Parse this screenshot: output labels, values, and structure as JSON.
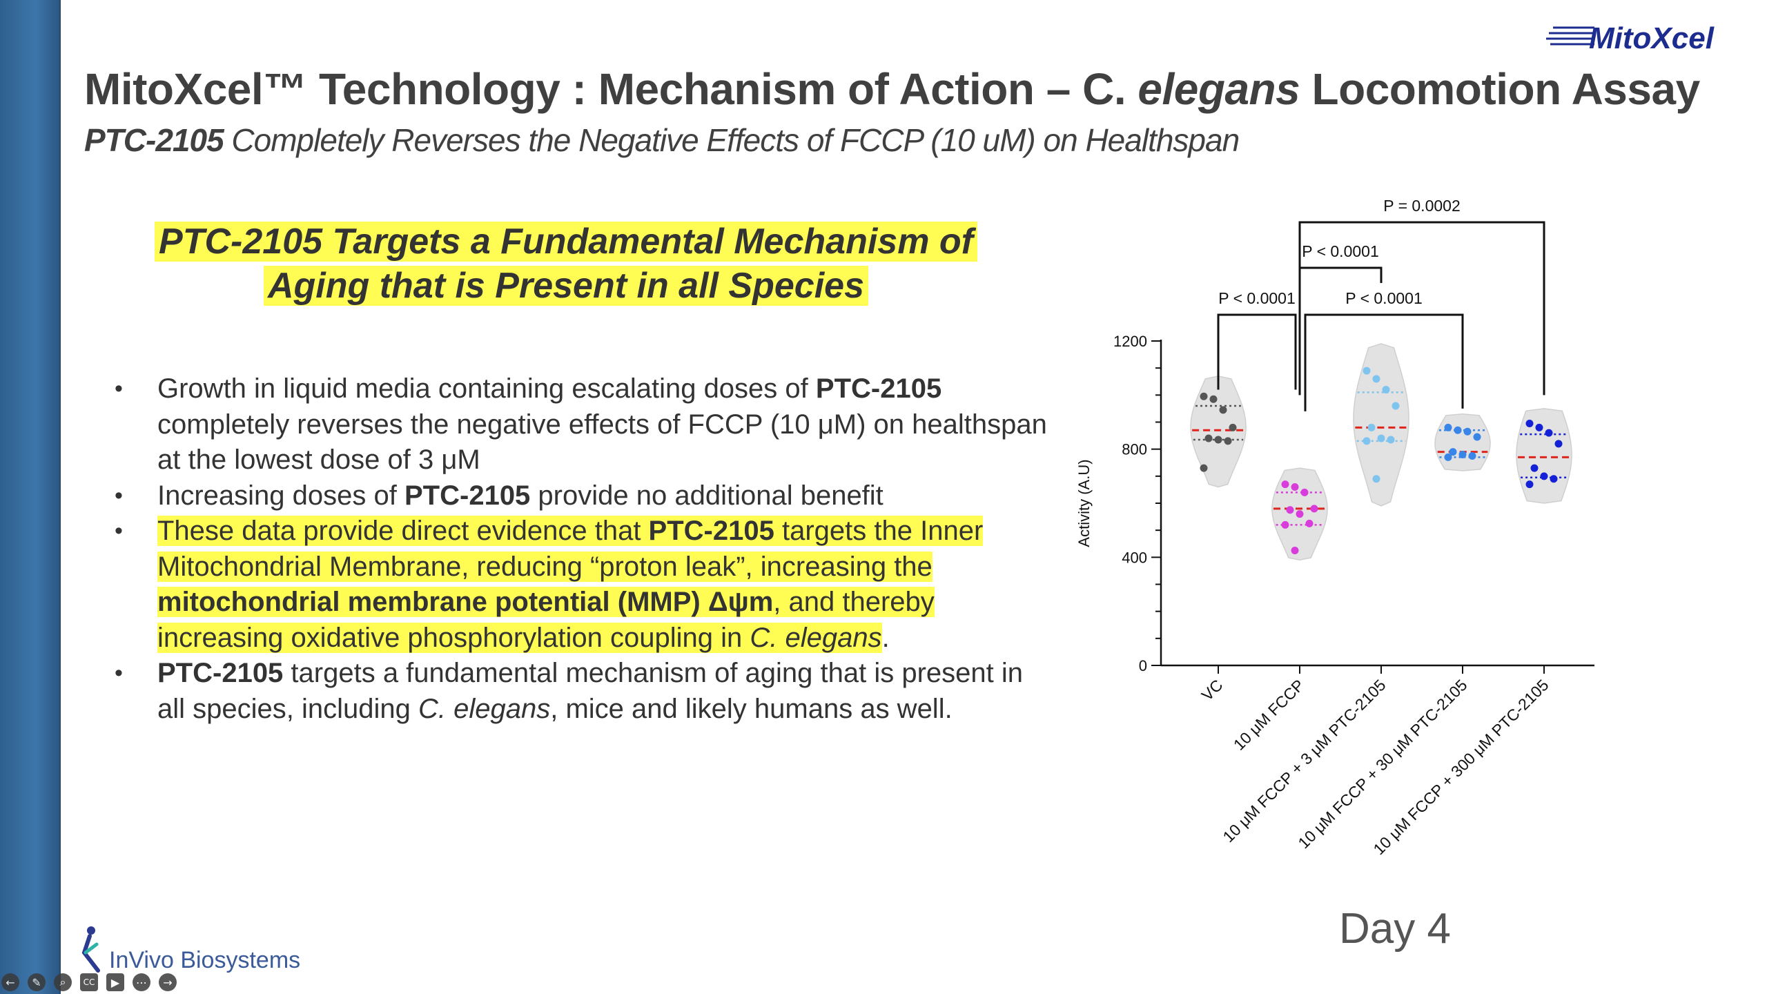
{
  "slide": {
    "title_pre": "MitoXcel™ Technology : Mechanism of Action – C. ",
    "title_italic": "elegans",
    "title_post": " Locomotion Assay",
    "subtitle_bold": "PTC-2105",
    "subtitle_rest": " Completely Reverses the Negative Effects of FCCP (10 uM) on Healthspan",
    "headline_line1": "PTC-2105 Targets a Fundamental Mechanism of",
    "headline_line2": "Aging that is Present in all Species",
    "logo_text": "MitoXcel",
    "footer_logo_text": "InVivo Biosystems",
    "day_label": "Day 4",
    "highlight_color": "#fffd54"
  },
  "bullets": {
    "b1_a": "Growth in liquid media containing escalating doses of ",
    "b1_b": "PTC-2105",
    "b1_c": " completely reverses the negative effects of FCCP (10 μM) on healthspan at the lowest dose of 3 μM",
    "b2_a": "Increasing doses of ",
    "b2_b": "PTC-2105",
    "b2_c": " provide no additional benefit",
    "b3_a": "These data provide direct evidence that ",
    "b3_b": "PTC-2105",
    "b3_c": " targets the Inner Mitochondrial Membrane, reducing “proton leak”, increasing the ",
    "b3_d": "mitochondrial membrane potential (MMP) Δψm",
    "b3_e": ", and thereby increasing oxidative phosphorylation coupling in ",
    "b3_f": "C. elegans",
    "b3_g": ".",
    "b4_a": "PTC-2105",
    "b4_b": " targets a fundamental mechanism of aging that is present in all species, including ",
    "b4_c": "C. elegans",
    "b4_d": ", mice and likely humans as well."
  },
  "player": {
    "icons": [
      "back-icon",
      "pen-icon",
      "zoom-icon",
      "captions-icon",
      "camera-icon",
      "more-icon",
      "forward-icon"
    ],
    "captions_label": "CC"
  },
  "chart_data": {
    "type": "violin",
    "ylabel": "Activity (A.U)",
    "ylim": [
      0,
      1200
    ],
    "yticks": [
      0,
      400,
      800,
      1200
    ],
    "categories": [
      "VC",
      "10 μM FCCP",
      "10 μM FCCP + 3 μM PTC-2105",
      "10 μM FCCP + 30 μM PTC-2105",
      "10 μM FCCP + 300 μM PTC-2105"
    ],
    "colors": [
      "#555555",
      "#d83ddb",
      "#7ec4ee",
      "#3a86e8",
      "#1421d6"
    ],
    "series": [
      {
        "median": 870,
        "q1": 835,
        "q3": 960,
        "min": 660,
        "max": 1070,
        "points": [
          995,
          985,
          945,
          880,
          840,
          835,
          830,
          730
        ]
      },
      {
        "median": 580,
        "q1": 520,
        "q3": 640,
        "min": 390,
        "max": 730,
        "points": [
          670,
          660,
          640,
          580,
          575,
          560,
          525,
          520,
          425
        ]
      },
      {
        "median": 880,
        "q1": 830,
        "q3": 1010,
        "min": 590,
        "max": 1190,
        "points": [
          1090,
          1060,
          1020,
          960,
          880,
          840,
          835,
          830,
          690
        ]
      },
      {
        "median": 790,
        "q1": 770,
        "q3": 870,
        "min": 720,
        "max": 930,
        "points": [
          880,
          870,
          865,
          845,
          790,
          780,
          775,
          770
        ]
      },
      {
        "median": 770,
        "q1": 695,
        "q3": 855,
        "min": 600,
        "max": 950,
        "points": [
          895,
          880,
          860,
          820,
          730,
          700,
          690,
          670
        ]
      }
    ],
    "comparisons": [
      {
        "from": 0,
        "to": 1,
        "label": "P < 0.0001"
      },
      {
        "from": 1,
        "to": 3,
        "label": "P < 0.0001"
      },
      {
        "from": 1,
        "to": 2,
        "label": "P < 0.0001"
      },
      {
        "from": 1,
        "to": 4,
        "label": "P = 0.0002"
      }
    ]
  }
}
